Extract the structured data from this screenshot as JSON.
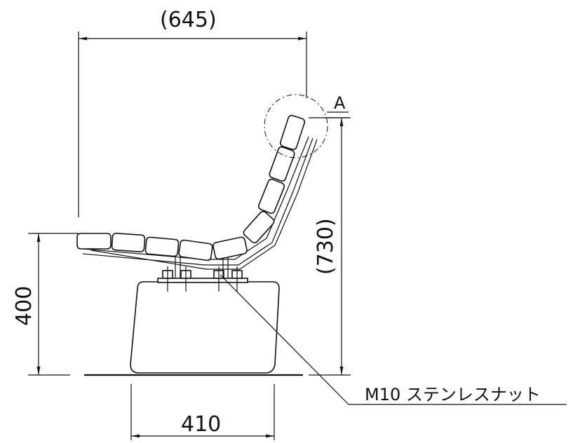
{
  "drawing": {
    "width_label": "(645)",
    "height_label": "(730)",
    "seat_height_label": "400",
    "base_width_label": "410",
    "detail_marker": "A",
    "callout_label": "M10 ステンレスナット"
  }
}
